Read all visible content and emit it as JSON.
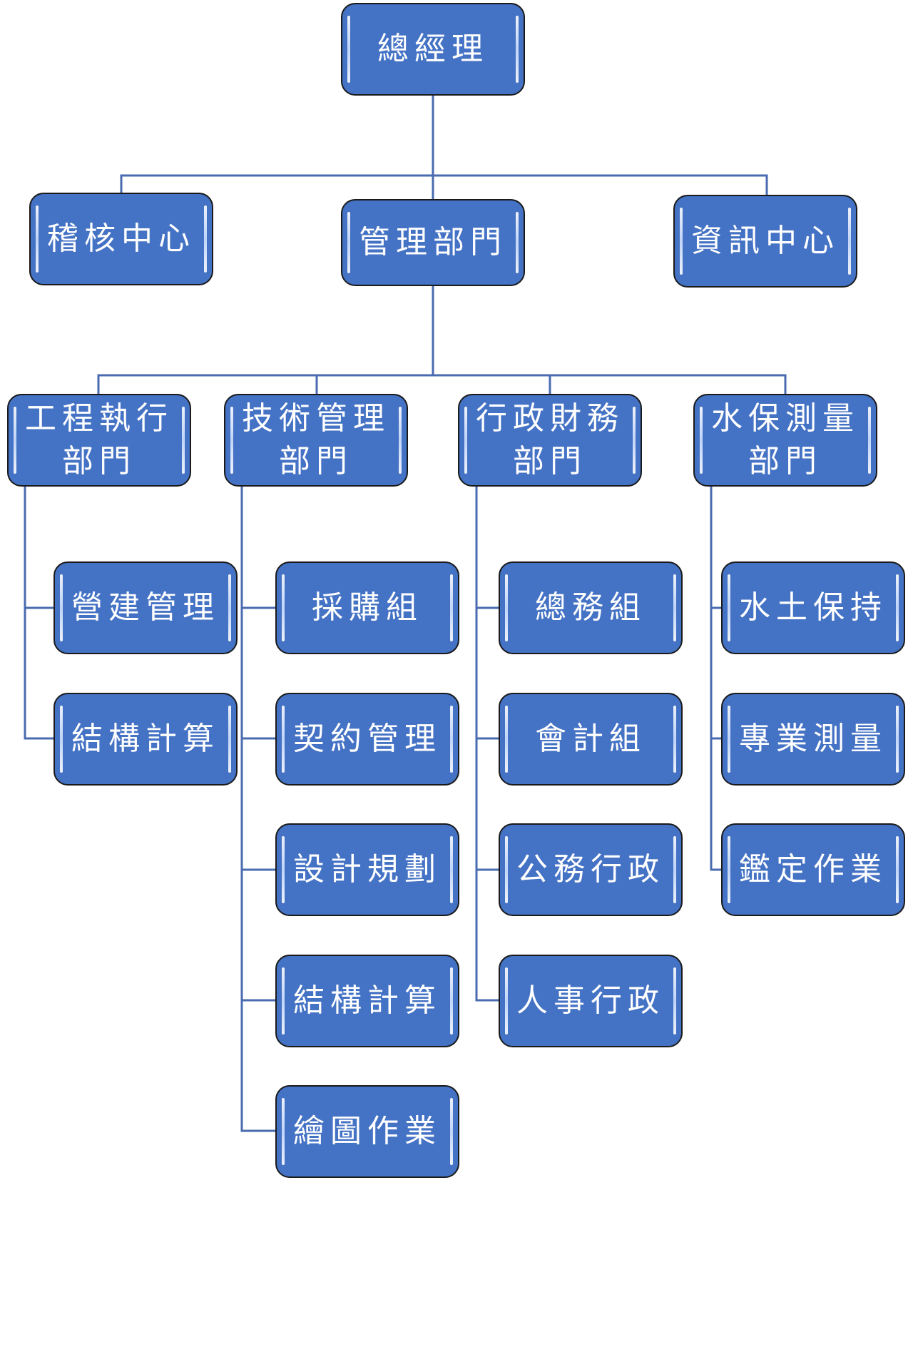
{
  "root": "總經理",
  "level1": [
    "稽核中心",
    "管理部門",
    "資訊中心"
  ],
  "departments": [
    {
      "line1": "工程執行",
      "line2": "部門",
      "units": [
        "營建管理",
        "結構計算"
      ]
    },
    {
      "line1": "技術管理",
      "line2": "部門",
      "units": [
        "採購組",
        "契約管理",
        "設計規劃",
        "結構計算",
        "繪圖作業"
      ]
    },
    {
      "line1": "行政財務",
      "line2": "部門",
      "units": [
        "總務組",
        "會計組",
        "公務行政",
        "人事行政"
      ]
    },
    {
      "line1": "水保測量",
      "line2": "部門",
      "units": [
        "水土保持",
        "專業測量",
        "鑑定作業"
      ]
    }
  ],
  "colors": {
    "box": "#4472C4",
    "line": "#4A6BB0"
  }
}
